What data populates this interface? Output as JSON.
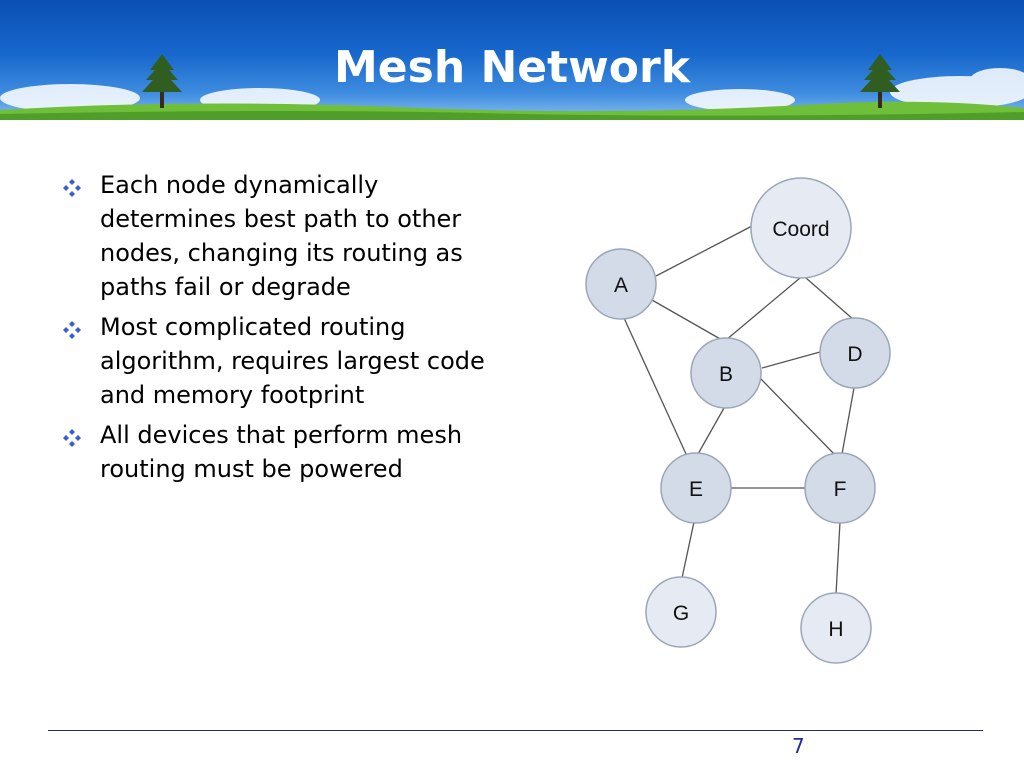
{
  "slide": {
    "title": "Mesh Network",
    "page_number": "7"
  },
  "bullets": [
    "Each node dynamically determines best path to other nodes, changing its routing as paths fail or degrade",
    "Most complicated routing algorithm, requires largest code and memory footprint",
    "All devices that perform mesh routing must be powered"
  ],
  "diagram": {
    "nodes": {
      "coord": "Coord",
      "a": "A",
      "b": "B",
      "d": "D",
      "e": "E",
      "f": "F",
      "g": "G",
      "h": "H"
    }
  },
  "colors": {
    "header_blue": "#1767cc",
    "node_fill": "#d3dbe8",
    "coord_fill": "#e6eaf3",
    "node_stroke": "#9aa6b8",
    "bullet_icon": "#3b5fcf"
  }
}
